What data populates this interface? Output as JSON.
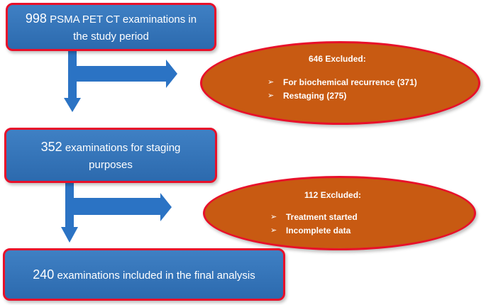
{
  "colors": {
    "box_fill": "#2f72b8",
    "border_red": "#e8102a",
    "ellipse_fill": "#c85a12",
    "arrow_blue": "#2b73c4",
    "text": "#ffffff"
  },
  "boxes": [
    {
      "number": "998",
      "text_line1": "PSMA PET CT examinations in",
      "text_line2": "the study period"
    },
    {
      "number": "352",
      "text_line1": "examinations for staging",
      "text_line2": "purposes"
    },
    {
      "number": "240",
      "text_line1": "examinations included in the final analysis"
    }
  ],
  "exclusions": [
    {
      "title": "646 Excluded:",
      "items": [
        "For biochemical recurrence (371)",
        "Restaging (275)"
      ]
    },
    {
      "title": "112 Excluded:",
      "items": [
        "Treatment started",
        "Incomplete data"
      ]
    }
  ],
  "icons": {
    "bullet": "arrowhead-bullet-icon",
    "flow_arrow": "t-shaped-flow-arrow-icon"
  }
}
